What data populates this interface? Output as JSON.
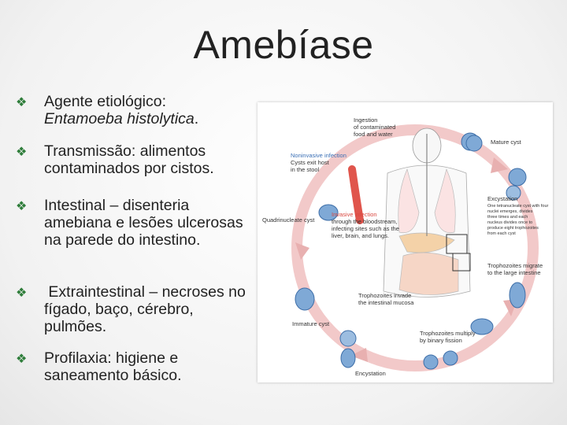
{
  "title": "Amebíase",
  "bullets": [
    {
      "line1": "Agente etiológico:",
      "line2": "Entamoeba histolytica",
      "line2_suffix": "."
    },
    {
      "text": "Transmissão: alimentos contaminados por cistos."
    },
    {
      "text": "Intestinal – disenteria amebiana e lesões ulcerosas na parede do intestino."
    },
    {
      "text": " Extraintestinal – necroses no fígado, baço, cérebro, pulmões."
    },
    {
      "text": "Profilaxia: higiene e saneamento básico."
    }
  ],
  "bullet_icon": "diamond-bullet-icon",
  "figure": {
    "ingestion": [
      "Ingestion",
      "of contaminated",
      "food and water"
    ],
    "mature_cyst": "Mature cyst",
    "noninvasive": [
      "Noninvasive infection",
      "Cysts exit host",
      "in the stool"
    ],
    "excystation": [
      "Excystation",
      "One tetranucleate cyst with four",
      "nuclei emerges, divides",
      "three times and each",
      "nucleus divides once to",
      "produce eight trophozoites",
      "from each cyst"
    ],
    "quadrinucleate": "Quadrinucleate cyst",
    "invasive": [
      "Invasive infection",
      "through the bloodstream,",
      "infecting sites such as the",
      "liver, brain, and lungs."
    ],
    "trophozoites_migrate": [
      "Trophozoites migrate",
      "to the large intestine"
    ],
    "trophozoites_invade": [
      "Trophozoites invade",
      "the intestinal mucosa"
    ],
    "immature_cyst": "Immature cyst",
    "trophozoites_multiply": [
      "Trophozoites multiply",
      "by binary fission"
    ],
    "encystation": "Encystation"
  },
  "colors": {
    "bullet": "#2e7d3a",
    "cycle_arrow": "#f2c9c9",
    "label_blue": "#3a6fb5",
    "label_red": "#d9473f",
    "cell": "#4f86c2"
  }
}
